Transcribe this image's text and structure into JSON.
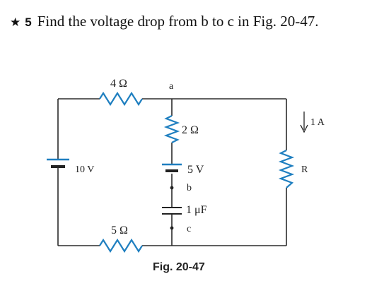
{
  "problem": {
    "marker": "★",
    "number": "5",
    "text": "Find the voltage drop from b to c in Fig. 20-47."
  },
  "figure": {
    "caption": "Fig. 20-47",
    "labels": {
      "r_top": "4 Ω",
      "node_a": "a",
      "r_mid": "2 Ω",
      "battery_left": "10 V",
      "battery_mid": "5 V",
      "node_b": "b",
      "capacitor": "1 μF",
      "node_c": "c",
      "r_bottom": "5 Ω",
      "current": "1 A",
      "r_right": "R"
    },
    "colors": {
      "component": "#1f7fc0",
      "wire": "#2b2b2b"
    }
  }
}
